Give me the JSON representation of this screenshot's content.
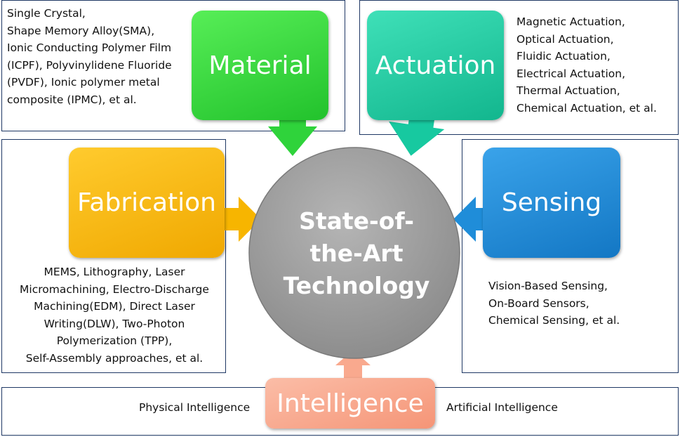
{
  "center": {
    "line1": "State-of-",
    "line2": "the-Art",
    "line3": "Technology",
    "color": "#9a9a9a"
  },
  "material": {
    "title": "Material",
    "color": "#2fd33b",
    "description": "Single Crystal,\nShape Memory Alloy(SMA),\nIonic Conducting Polymer Film\n(ICPF), Polyvinylidene Fluoride\n(PVDF), Ionic polymer metal\ncomposite (IPMC), et al."
  },
  "actuation": {
    "title": "Actuation",
    "color": "#17c9a0",
    "description": "Magnetic Actuation,\nOptical Actuation,\nFluidic Actuation,\nElectrical Actuation,\nThermal Actuation,\nChemical Actuation, et al."
  },
  "fabrication": {
    "title": "Fabrication",
    "color": "#f7b500",
    "description": "MEMS, Lithography, Laser\nMicromachining, Electro-Discharge\nMachining(EDM), Direct Laser\nWriting(DLW), Two-Photon\nPolymerization (TPP),\nSelf-Assembly approaches, et al."
  },
  "sensing": {
    "title": "Sensing",
    "color": "#1f8dd9",
    "description": "Vision-Based Sensing,\nOn-Board Sensors,\nChemical Sensing, et al."
  },
  "intelligence": {
    "title": "Intelligence",
    "color": "#f9a98e",
    "left": "Physical Intelligence",
    "right": "Artificial Intelligence"
  }
}
